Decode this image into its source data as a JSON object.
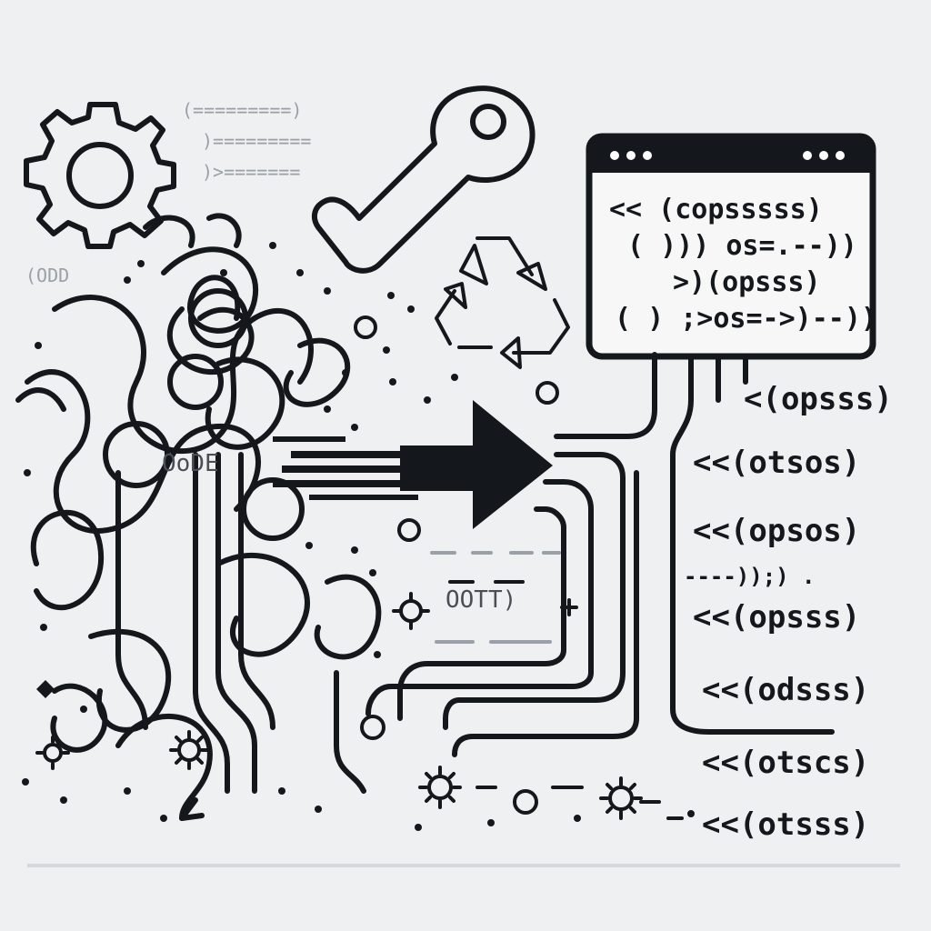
{
  "left_labels": {
    "top_code_lines": [
      "(=========)",
      ")=========",
      ")>======="
    ],
    "left_fragment": "(ODD",
    "tangle_word": "OoDE",
    "center_label": "OOTT)"
  },
  "code_window": {
    "lines": [
      "<< (copsssss)",
      "( ))) os=.--))",
      ">)(opsss)",
      "( ) ;>os=->)--))"
    ]
  },
  "side_list": {
    "items": [
      "<(opsss)",
      "<<(otsos)",
      "<<(opsos)",
      "<<(opsss)",
      "<<(odsss)",
      "<<(otscs)",
      "<<(otsss)"
    ],
    "dashes": "----));) ."
  },
  "icons": [
    "gear-icon",
    "wrench-icon",
    "recycle-icon",
    "arrow-right-icon",
    "browser-window-icon"
  ],
  "colors": {
    "ink": "#14171c",
    "background": "#eff0f1",
    "faint": "#9aa0a7"
  }
}
